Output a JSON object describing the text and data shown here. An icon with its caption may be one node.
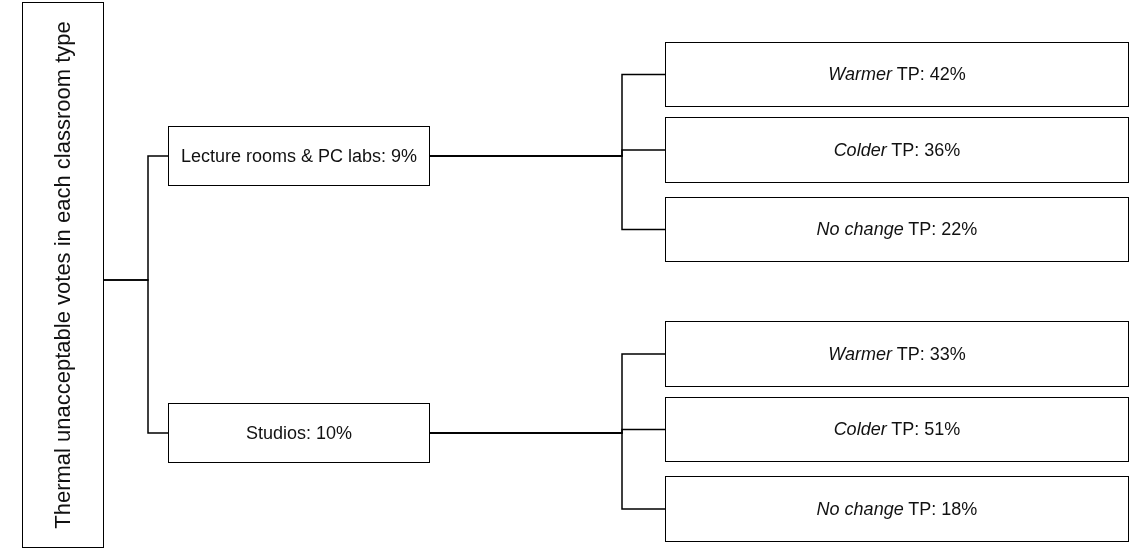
{
  "diagram": {
    "nodes": [
      {
        "text": [
          "Thermal unacceptable votes in each classroom type"
        ]
      },
      {
        "text": [
          "Lecture rooms & PC labs: 9%"
        ]
      },
      {
        "text": [
          "*Warmer* TP: 42%"
        ]
      },
      {
        "text": [
          "*Colder* TP: 36%"
        ]
      },
      {
        "text": [
          "*No change* TP: 22%"
        ]
      },
      {
        "text": [
          "Studios: 10%"
        ]
      },
      {
        "text": [
          "*Warmer* TP: 33%"
        ]
      },
      {
        "text": [
          "*Colder* TP: 51%"
        ]
      },
      {
        "text": [
          "*No change* TP: 18%"
        ]
      }
    ],
    "edges": [
      {
        "from": 0,
        "to": 1,
        "arrow": "none"
      },
      {
        "from": 0,
        "to": 5,
        "arrow": "none"
      },
      {
        "from": 1,
        "to": 2,
        "arrow": "none"
      },
      {
        "from": 1,
        "to": 3,
        "arrow": "none"
      },
      {
        "from": 1,
        "to": 4,
        "arrow": "none"
      },
      {
        "from": 5,
        "to": 6,
        "arrow": "none"
      },
      {
        "from": 5,
        "to": 7,
        "arrow": "none"
      },
      {
        "from": 5,
        "to": 8,
        "arrow": "none"
      }
    ]
  }
}
